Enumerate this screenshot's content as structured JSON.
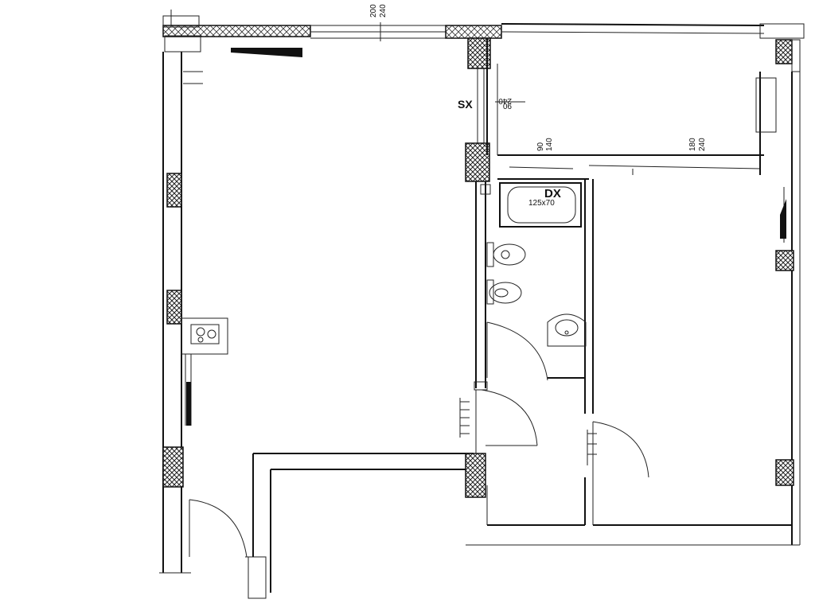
{
  "labels": {
    "window_top_left": [
      "200",
      "240"
    ],
    "room_sx": "SX",
    "window_sx": [
      "240",
      "90"
    ],
    "window_small": [
      "90",
      "140"
    ],
    "window_right": [
      "180",
      "240"
    ],
    "room_dx": "DX",
    "tub_size": "125x70"
  },
  "colors": {
    "ink": "#111111",
    "paper": "#ffffff"
  },
  "icons": [
    "stove-icon",
    "toilet-icon",
    "bidet-icon",
    "washbasin-icon",
    "bathtub-icon",
    "door-swing-icon",
    "radiator-icon"
  ]
}
